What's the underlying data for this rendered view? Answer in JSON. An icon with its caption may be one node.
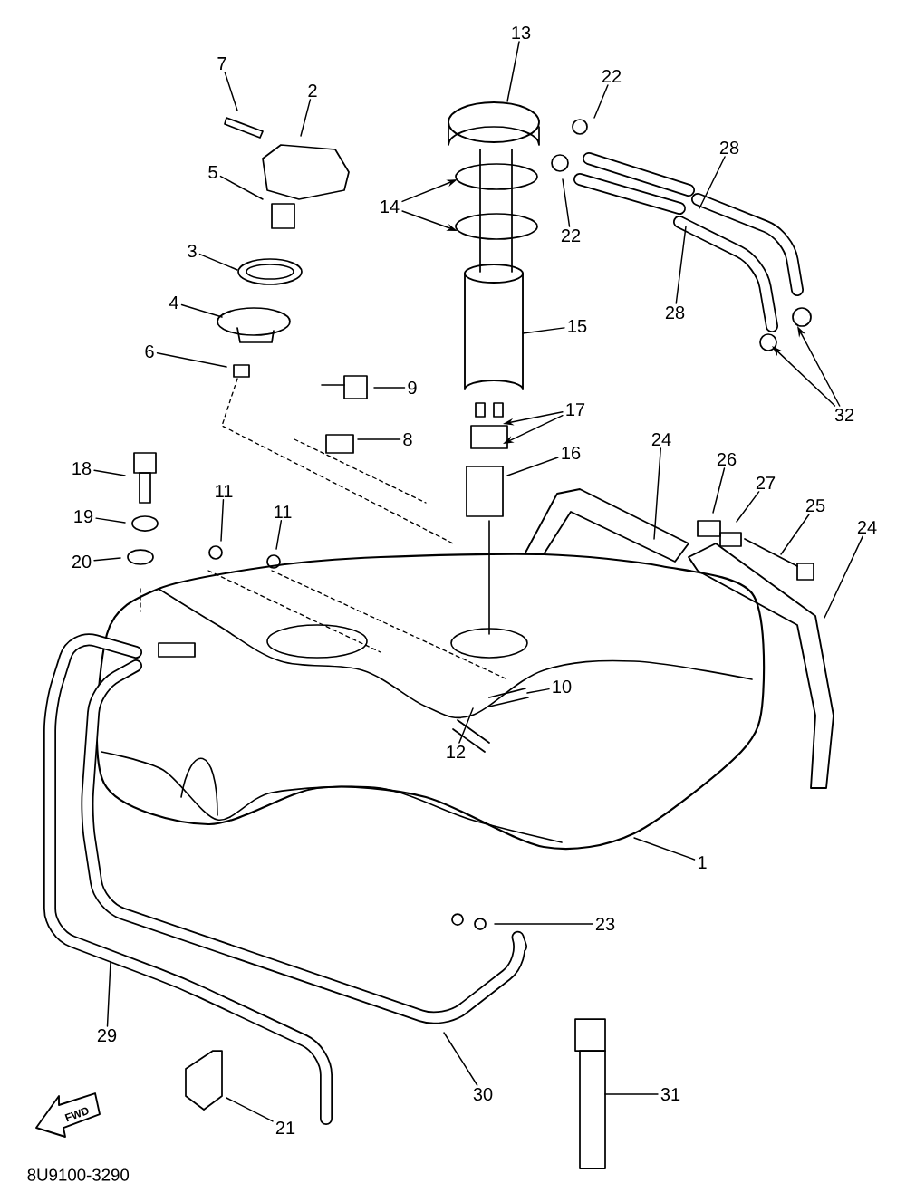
{
  "diagram": {
    "nodes": [
      {
        "text": [
          "13"
        ]
      },
      {
        "text": [
          "7"
        ]
      },
      {
        "text": [
          "2"
        ]
      },
      {
        "text": [
          "22"
        ]
      },
      {
        "text": [
          "28"
        ]
      },
      {
        "text": [
          "5"
        ]
      },
      {
        "text": [
          "14"
        ]
      },
      {
        "text": [
          "22"
        ]
      },
      {
        "text": [
          "3"
        ]
      },
      {
        "text": [
          "4"
        ]
      },
      {
        "text": [
          "28"
        ]
      },
      {
        "text": [
          "15"
        ]
      },
      {
        "text": [
          "6"
        ]
      },
      {
        "text": [
          "9"
        ]
      },
      {
        "text": [
          "32"
        ]
      },
      {
        "text": [
          "17"
        ]
      },
      {
        "text": [
          "8"
        ]
      },
      {
        "text": [
          "24"
        ]
      },
      {
        "text": [
          "16"
        ]
      },
      {
        "text": [
          "26"
        ]
      },
      {
        "text": [
          "27"
        ]
      },
      {
        "text": [
          "18"
        ]
      },
      {
        "text": [
          "11"
        ]
      },
      {
        "text": [
          "11"
        ]
      },
      {
        "text": [
          "25"
        ]
      },
      {
        "text": [
          "24"
        ]
      },
      {
        "text": [
          "19"
        ]
      },
      {
        "text": [
          "20"
        ]
      },
      {
        "text": [
          "10"
        ]
      },
      {
        "text": [
          "12"
        ]
      },
      {
        "text": [
          "1"
        ]
      },
      {
        "text": [
          "23"
        ]
      },
      {
        "text": [
          "29"
        ]
      },
      {
        "text": [
          "30"
        ]
      },
      {
        "text": [
          "31"
        ]
      },
      {
        "text": [
          "21"
        ]
      }
    ],
    "edges": [
      {
        "from": 0,
        "to": null,
        "arrow": "none"
      },
      {
        "from": 1,
        "to": null,
        "arrow": "none"
      },
      {
        "from": 2,
        "to": null,
        "arrow": "none"
      },
      {
        "from": 3,
        "to": null,
        "arrow": "none"
      },
      {
        "from": 4,
        "to": null,
        "arrow": "none"
      },
      {
        "from": 5,
        "to": null,
        "arrow": "none"
      },
      {
        "from": 6,
        "to": null,
        "arrow": "to"
      },
      {
        "from": 6,
        "to": null,
        "arrow": "to"
      },
      {
        "from": 7,
        "to": null,
        "arrow": "none"
      },
      {
        "from": 8,
        "to": null,
        "arrow": "none"
      },
      {
        "from": 9,
        "to": null,
        "arrow": "none"
      },
      {
        "from": 10,
        "to": null,
        "arrow": "none"
      },
      {
        "from": 11,
        "to": null,
        "arrow": "none"
      },
      {
        "from": 12,
        "to": null,
        "arrow": "none"
      },
      {
        "from": 13,
        "to": null,
        "arrow": "none"
      },
      {
        "from": 14,
        "to": null,
        "arrow": "to"
      },
      {
        "from": 14,
        "to": null,
        "arrow": "to"
      },
      {
        "from": 15,
        "to": null,
        "arrow": "to"
      },
      {
        "from": 15,
        "to": null,
        "arrow": "to"
      },
      {
        "from": 16,
        "to": null,
        "arrow": "none"
      },
      {
        "from": 17,
        "to": null,
        "arrow": "none"
      },
      {
        "from": 18,
        "to": null,
        "arrow": "none"
      },
      {
        "from": 19,
        "to": null,
        "arrow": "none"
      },
      {
        "from": 20,
        "to": null,
        "arrow": "none"
      },
      {
        "from": 21,
        "to": null,
        "arrow": "none"
      },
      {
        "from": 22,
        "to": null,
        "arrow": "none"
      },
      {
        "from": 23,
        "to": null,
        "arrow": "none"
      },
      {
        "from": 24,
        "to": null,
        "arrow": "none"
      },
      {
        "from": 25,
        "to": null,
        "arrow": "none"
      },
      {
        "from": 26,
        "to": null,
        "arrow": "none"
      },
      {
        "from": 27,
        "to": null,
        "arrow": "none"
      },
      {
        "from": 28,
        "to": null,
        "arrow": "none"
      },
      {
        "from": 29,
        "to": null,
        "arrow": "none"
      },
      {
        "from": 30,
        "to": null,
        "arrow": "none"
      },
      {
        "from": 31,
        "to": null,
        "arrow": "none"
      },
      {
        "from": 32,
        "to": null,
        "arrow": "none"
      },
      {
        "from": 33,
        "to": null,
        "arrow": "none"
      },
      {
        "from": 34,
        "to": null,
        "arrow": "none"
      },
      {
        "from": 35,
        "to": null,
        "arrow": "none"
      }
    ],
    "labels": [
      "FWD",
      "8U9100-3290"
    ]
  }
}
